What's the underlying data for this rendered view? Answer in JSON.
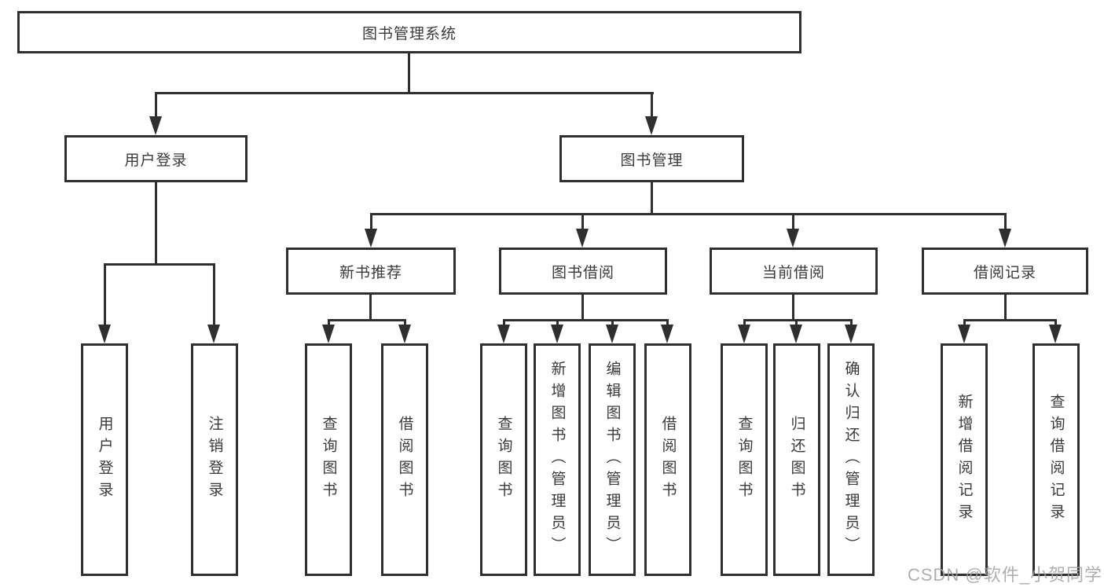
{
  "watermark": "CSDN @软件_小贺同学",
  "nodes": {
    "root": {
      "label": "图书管理系统"
    },
    "user_login": {
      "label": "用户登录"
    },
    "book_mgmt": {
      "label": "图书管理"
    },
    "new_book_rec": {
      "label": "新书推荐"
    },
    "book_borrow": {
      "label": "图书借阅"
    },
    "current_borrow": {
      "label": "当前借阅"
    },
    "borrow_record": {
      "label": "借阅记录"
    },
    "leaf_user_login": {
      "label": "用户登录"
    },
    "leaf_logout": {
      "label": "注销登录"
    },
    "leaf_rec_query": {
      "label": "查询图书"
    },
    "leaf_rec_borrow": {
      "label": "借阅图书"
    },
    "leaf_bb_query": {
      "label": "查询图书"
    },
    "leaf_bb_add": {
      "label": "新增图书（管理员）"
    },
    "leaf_bb_edit": {
      "label": "编辑图书（管理员）"
    },
    "leaf_bb_borrow": {
      "label": "借阅图书"
    },
    "leaf_cb_query": {
      "label": "查询图书"
    },
    "leaf_cb_return": {
      "label": "归还图书"
    },
    "leaf_cb_confirm": {
      "label": "确认归还（管理员）"
    },
    "leaf_br_add": {
      "label": "新增借阅记录"
    },
    "leaf_br_query": {
      "label": "查询借阅记录"
    }
  },
  "hierarchy": {
    "图书管理系统": {
      "用户登录": [
        "用户登录",
        "注销登录"
      ],
      "图书管理": {
        "新书推荐": [
          "查询图书",
          "借阅图书"
        ],
        "图书借阅": [
          "查询图书",
          "新增图书（管理员）",
          "编辑图书（管理员）",
          "借阅图书"
        ],
        "当前借阅": [
          "查询图书",
          "归还图书",
          "确认归还（管理员）"
        ],
        "借阅记录": [
          "新增借阅记录",
          "查询借阅记录"
        ]
      }
    }
  }
}
